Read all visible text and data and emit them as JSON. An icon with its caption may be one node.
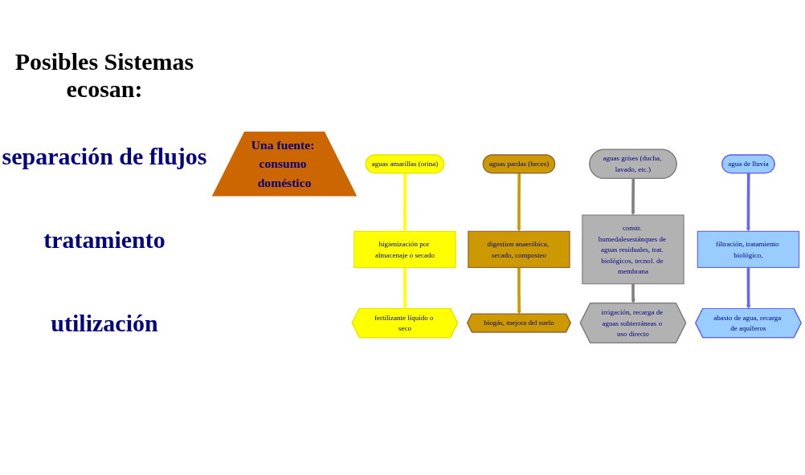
{
  "diagram": {
    "nodes": [
      {
        "text": [
          "Una fuente: consumo doméstico"
        ]
      },
      {
        "text": [
          "aguas amarillas (orina)"
        ]
      },
      {
        "text": [
          "aguas pardas (heces)"
        ]
      },
      {
        "text": [
          "aguas grises (ducha, lavado, etc.)"
        ]
      },
      {
        "text": [
          "agua de lluvia"
        ]
      },
      {
        "text": [
          "higienización por almacenaje o secado"
        ]
      },
      {
        "text": [
          "digestion anaeróbica, secado, composteo"
        ]
      },
      {
        "text": [
          "constr. humedalesestánques de aguas residuales, trat. biológicos, tecnol. de membrana"
        ]
      },
      {
        "text": [
          "filtración, tratamiento biológico,"
        ]
      },
      {
        "text": [
          "fertilizante líquido o seco"
        ]
      },
      {
        "text": [
          "biogás, mejora del suelo"
        ]
      },
      {
        "text": [
          "irrigación, recarga de aguas subterráneas o uso directo"
        ]
      },
      {
        "text": [
          "abasto de agua, recarga de aquíferos"
        ]
      }
    ],
    "edges": [
      {
        "from": 1,
        "to": 5,
        "arrow": "to",
        "color": "#ffff00"
      },
      {
        "from": 2,
        "to": 6,
        "arrow": "to",
        "color": "#cc9900"
      },
      {
        "from": 3,
        "to": 7,
        "arrow": "to",
        "color": "#808080"
      },
      {
        "from": 4,
        "to": 8,
        "arrow": "to",
        "color": "#6666ff"
      },
      {
        "from": 5,
        "to": 9,
        "arrow": "to",
        "color": "#ffff00"
      },
      {
        "from": 6,
        "to": 10,
        "arrow": "to",
        "color": "#cc9900"
      },
      {
        "from": 7,
        "to": 11,
        "arrow": "to",
        "color": "#808080"
      },
      {
        "from": 8,
        "to": 12,
        "arrow": "to",
        "color": "#6666ff"
      }
    ],
    "labels": [
      "Posibles Sistemas ecosan:",
      "separación de flujos",
      "tratamiento",
      "utilización"
    ]
  }
}
